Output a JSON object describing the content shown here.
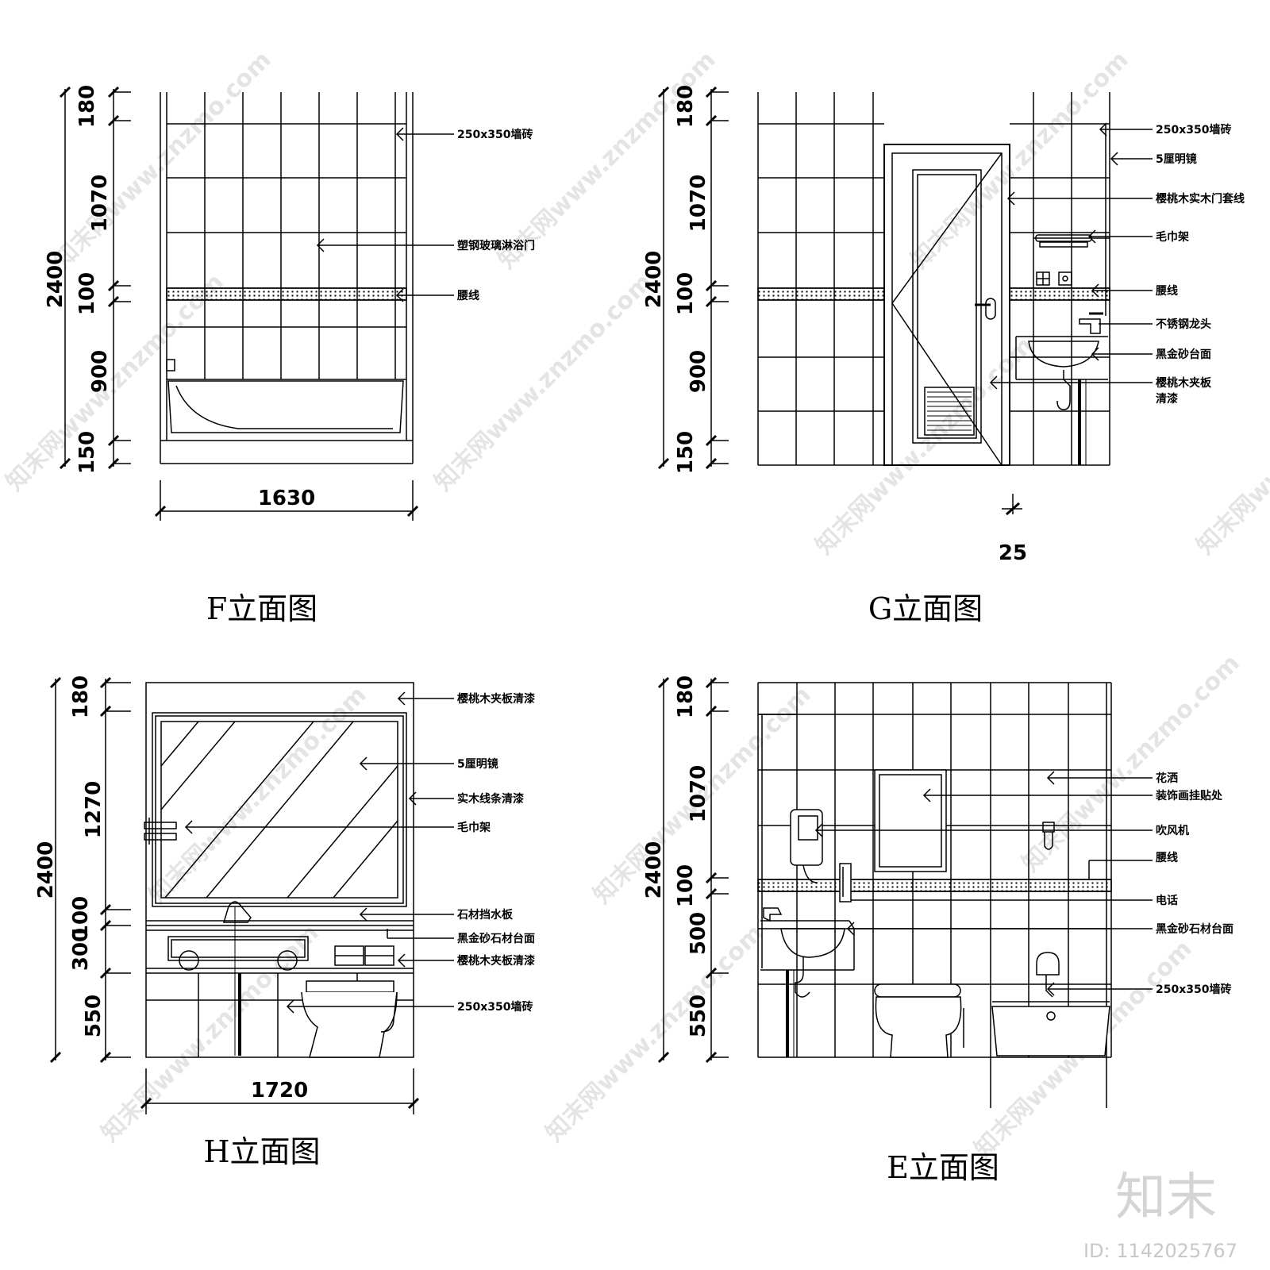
{
  "panels": [
    {
      "title": "F立面图",
      "dims": [
        "180",
        "1070",
        "100",
        "900",
        "150"
      ],
      "total": "2400",
      "width": "1630",
      "labels": [
        "250x350墙砖",
        "塑钢玻璃淋浴门",
        "腰线"
      ]
    },
    {
      "title": "G立面图",
      "dims": [
        "180",
        "1070",
        "100",
        "900",
        "150"
      ],
      "total": "2400",
      "extra": "25",
      "labels": [
        "250x350墙砖",
        "5厘明镜",
        "樱桃木实木门套线",
        "毛巾架",
        "腰线",
        "不锈钢龙头",
        "黑金砂台面",
        "樱桃木夹板",
        "清漆"
      ]
    },
    {
      "title": "H立面图",
      "dims": [
        "180",
        "1270",
        "100",
        "300",
        "550"
      ],
      "total": "2400",
      "width": "1720",
      "labels": [
        "樱桃木夹板清漆",
        "5厘明镜",
        "实木线条清漆",
        "毛巾架",
        "石材挡水板",
        "黑金砂石材台面",
        "樱桃木夹板清漆",
        "250x350墙砖"
      ]
    },
    {
      "title": "E立面图",
      "dims": [
        "180",
        "1070",
        "100",
        "500",
        "550"
      ],
      "total": "2400",
      "labels": [
        "花洒",
        "装饰画挂贴处",
        "吹风机",
        "腰线",
        "电话",
        "黑金砂石材台面",
        "250x350墙砖"
      ]
    }
  ],
  "watermark": "知末网www.znzmo.com",
  "brand": "知末",
  "id_text": "ID: 1142025767"
}
